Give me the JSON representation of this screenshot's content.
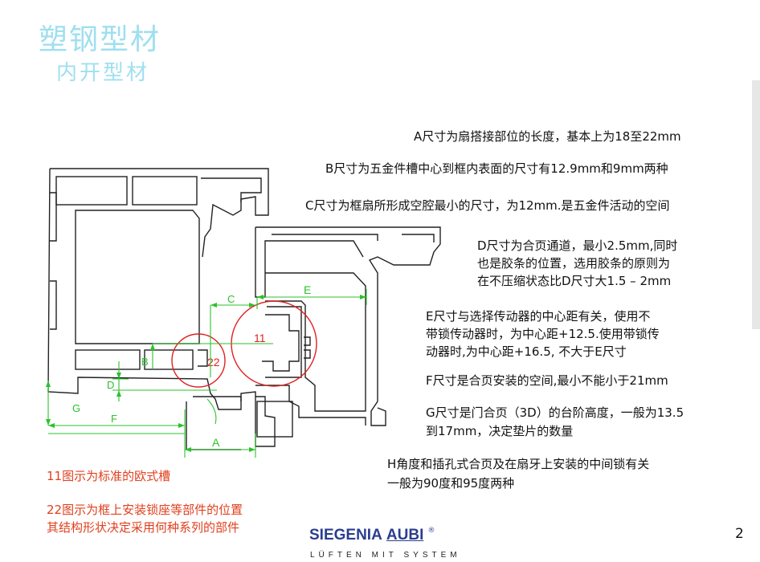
{
  "header": {
    "title": "塑钢型材",
    "subtitle": "内开型材"
  },
  "notes": {
    "a": "A尺寸为扇搭接部位的长度，基本上为18至22mm",
    "b": "B尺寸为五金件槽中心到框内表面的尺寸有12.9mm和9mm两种",
    "c": "C尺寸为框扇所形成空腔最小的尺寸，为12mm.是五金件活动的空间",
    "d1": "D尺寸为合页通道，最小2.5mm,同时",
    "d2": "也是胶条的位置，选用胶条的原则为",
    "d3": "在不压缩状态比D尺寸大1.5 – 2mm",
    "e1": "E尺寸与选择传动器的中心距有关，使用不",
    "e2": "带锁传动器时，为中心距+12.5.使用带锁传",
    "e3": "动器时,为中心距+16.5, 不大于E尺寸",
    "f": "F尺寸是合页安装的空间,最小不能小于21mm",
    "g1": "G尺寸是门合页（3D）的台阶高度，一般为13.5",
    "g2": "到17mm，决定垫片的数量",
    "h1": "H角度和插孔式合页及在扇牙上安装的中间锁有关",
    "h2": "一般为90度和95度两种"
  },
  "legend": {
    "l11": "11图示为标准的欧式槽",
    "l22a": "22图示为框上安装锁座等部件的位置",
    "l22b": "其结构形状决定采用何种系列的部件"
  },
  "diagram": {
    "dim_a": "A",
    "dim_b": "B",
    "dim_c": "C",
    "dim_d": "D",
    "dim_e": "E",
    "dim_f": "F",
    "dim_g": "G",
    "circle_11": "11",
    "circle_22": "22"
  },
  "logo": {
    "brand": "SIEGENIA",
    "brand2": "AUBI",
    "mark": "®",
    "tagline": "LÜFTEN MIT SYSTEM"
  },
  "page": {
    "number": "2"
  },
  "colors": {
    "title": "#9fdff0",
    "dimension": "#2bc22b",
    "circle": "#e02020",
    "legend": "#e0401e",
    "logo": "#2b3d8f"
  }
}
